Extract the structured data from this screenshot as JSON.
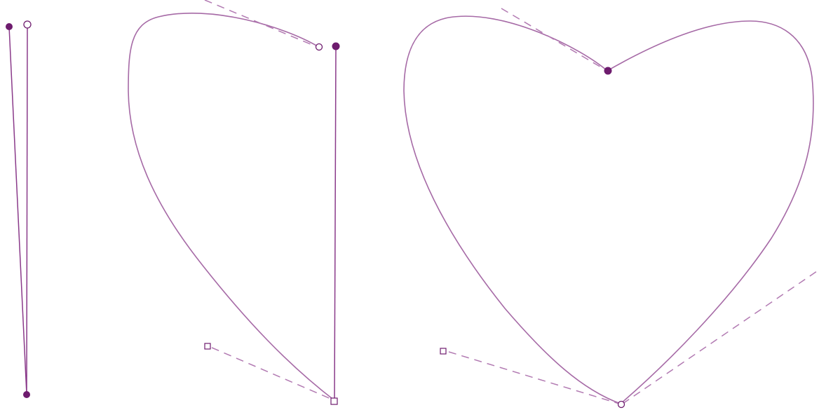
{
  "colors": {
    "path_stroke": "#a66aa6",
    "line_stroke": "#8a3a8a",
    "handle_stroke": "#b27ab2",
    "anchor": "#6e1c6e"
  },
  "panels": [
    {
      "id": "straight-segment",
      "description_shown_text": ""
    },
    {
      "id": "half-heart",
      "description_shown_text": ""
    },
    {
      "id": "full-heart",
      "description_shown_text": ""
    }
  ]
}
